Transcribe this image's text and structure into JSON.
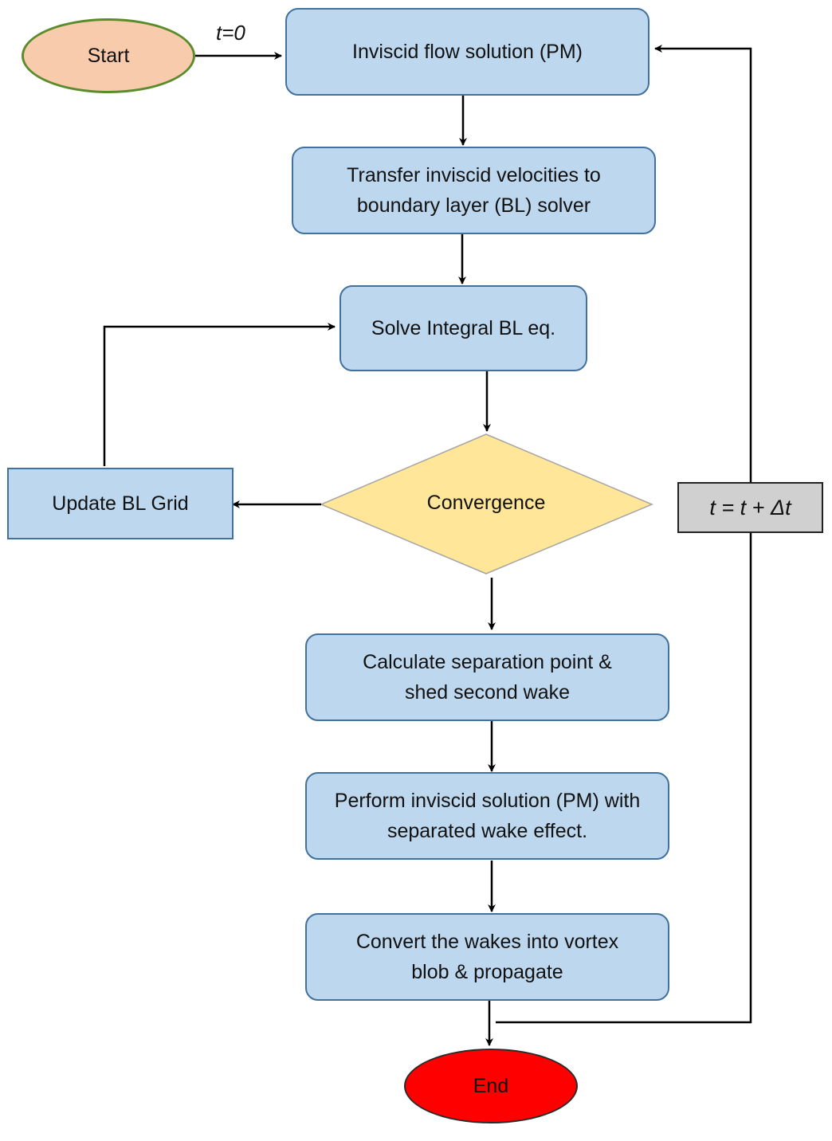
{
  "colors": {
    "process_fill": "#bdd7ee",
    "process_border": "#41719c",
    "start_fill": "#f8cbad",
    "start_border": "#5a8c2c",
    "end_fill": "#ff0000",
    "decision_fill": "#ffe699",
    "decision_border": "#a6a6a6",
    "timestep_fill": "#d0d0d0",
    "arrow": "#000000"
  },
  "nodes": {
    "start": "Start",
    "inviscid": "Inviscid flow solution (PM)",
    "transfer": "Transfer inviscid velocities to boundary layer (BL) solver",
    "solve": "Solve Integral BL eq.",
    "convergence": "Convergence",
    "update_grid": "Update BL Grid",
    "separation": "Calculate separation point & shed second wake",
    "perform": "Perform inviscid solution (PM) with separated wake effect.",
    "convert": "Convert the wakes into vortex blob & propagate",
    "end": "End",
    "timestep": "t = t + Δt"
  },
  "edge_labels": {
    "start_to_inviscid": "t=0"
  },
  "edges": [
    [
      "start",
      "inviscid"
    ],
    [
      "inviscid",
      "transfer"
    ],
    [
      "transfer",
      "solve"
    ],
    [
      "solve",
      "convergence"
    ],
    [
      "convergence",
      "update_grid"
    ],
    [
      "update_grid",
      "solve"
    ],
    [
      "convergence",
      "separation"
    ],
    [
      "separation",
      "perform"
    ],
    [
      "perform",
      "convert"
    ],
    [
      "convert",
      "end"
    ],
    [
      "convert",
      "timestep"
    ],
    [
      "timestep",
      "inviscid"
    ]
  ]
}
